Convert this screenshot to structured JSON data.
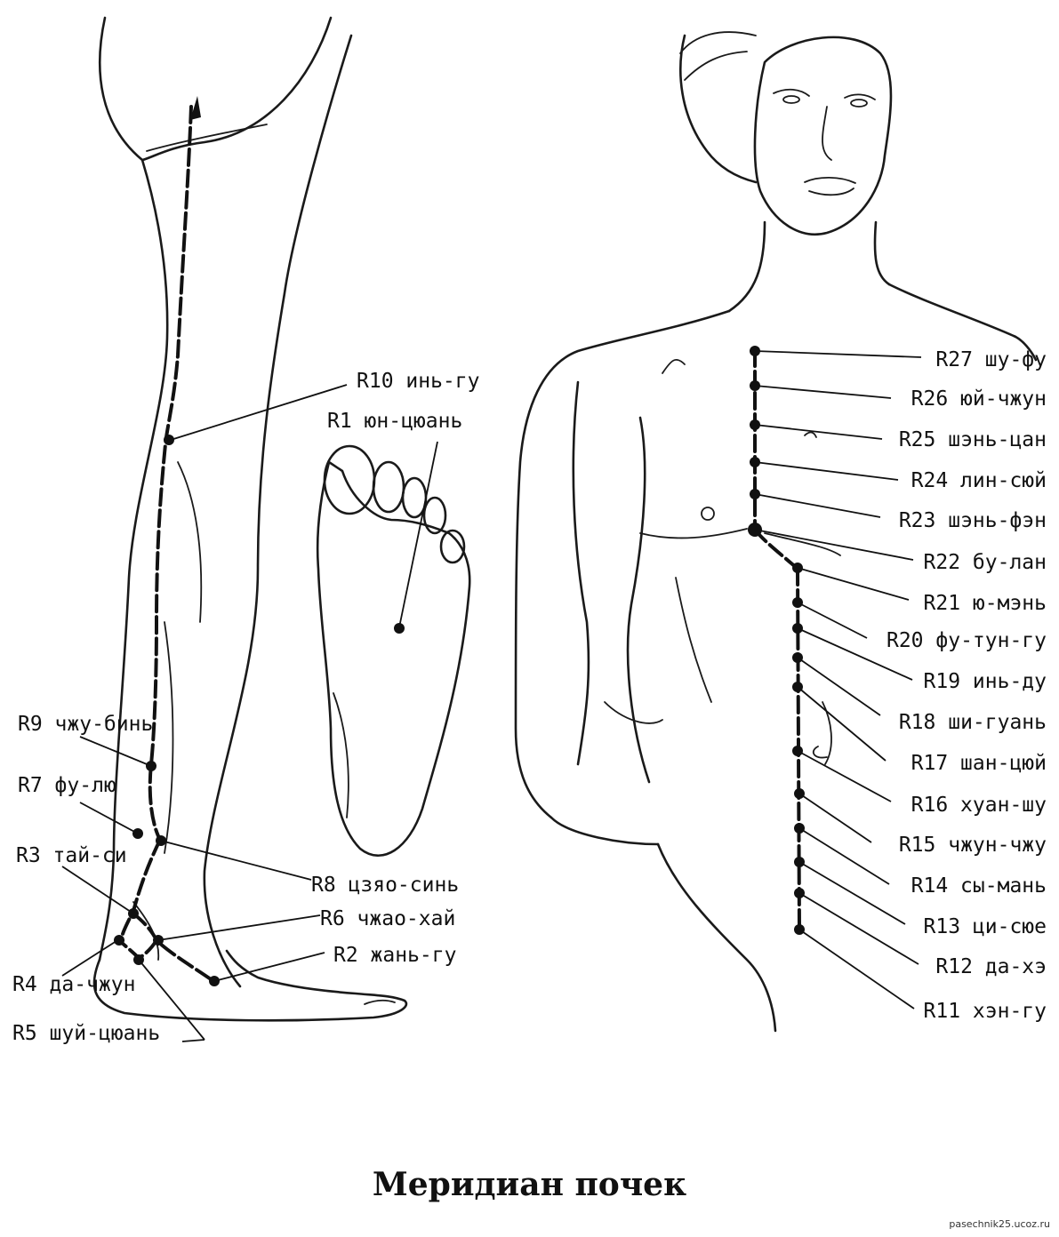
{
  "caption": "Меридиан почек",
  "watermark": "pasechnik25.ucoz.ru",
  "points": {
    "R1": "R1 юн-цюань",
    "R2": "R2 жань-гу",
    "R3": "R3 тай-си",
    "R4": "R4 да-чжун",
    "R5": "R5 шуй-цюань",
    "R6": "R6 чжао-хай",
    "R7": "R7 фу-лю",
    "R8": "R8 цзяо-синь",
    "R9": "R9 чжу-бинь",
    "R10": "R10 инь-гу",
    "R11": "R11 хэн-гу",
    "R12": "R12 да-хэ",
    "R13": "R13 ци-сюе",
    "R14": "R14 сы-мань",
    "R15": "R15 чжун-чжу",
    "R16": "R16 хуан-шу",
    "R17": "R17 шан-цюй",
    "R18": "R18 ши-гуань",
    "R19": "R19 инь-ду",
    "R20": "R20 фу-тун-гу",
    "R21": "R21 ю-мэнь",
    "R22": "R22 бу-лан",
    "R23": "R23 шэнь-фэн",
    "R24": "R24 лин-сюй",
    "R25": "R25 шэнь-цан",
    "R26": "R26 юй-чжун",
    "R27": "R27 шу-фу"
  }
}
